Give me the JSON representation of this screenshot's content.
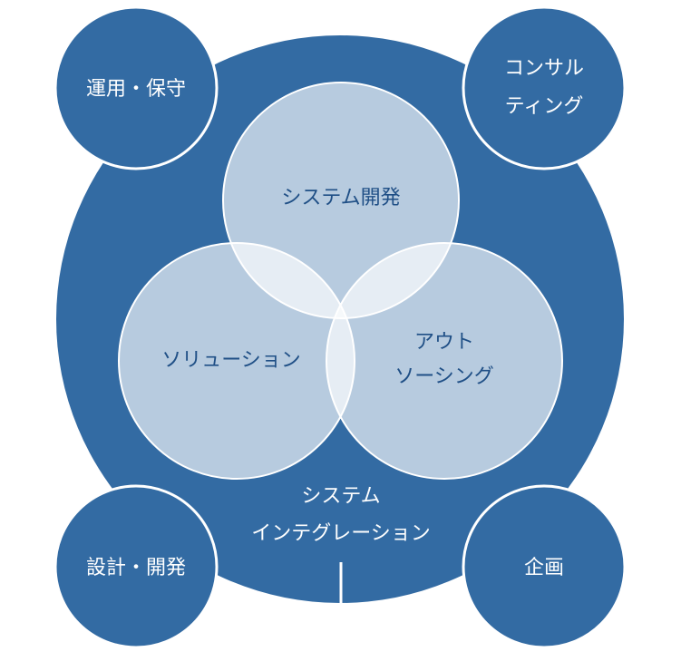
{
  "colors": {
    "primary": "#336ba3",
    "inner_fill": "#ffffff",
    "text_dark": "#1f4f86"
  },
  "center": {
    "line1": "システム",
    "line2": "インテグレーション"
  },
  "inner": {
    "top": {
      "label": "システム開発"
    },
    "left": {
      "label": "ソリューション"
    },
    "right": {
      "line1": "アウト",
      "line2": "ソーシング"
    }
  },
  "corners": {
    "top_left": {
      "label": "運用・保守"
    },
    "top_right": {
      "line1": "コンサル",
      "line2": "ティング"
    },
    "bottom_left": {
      "label": "設計・開発"
    },
    "bottom_right": {
      "label": "企画"
    }
  }
}
